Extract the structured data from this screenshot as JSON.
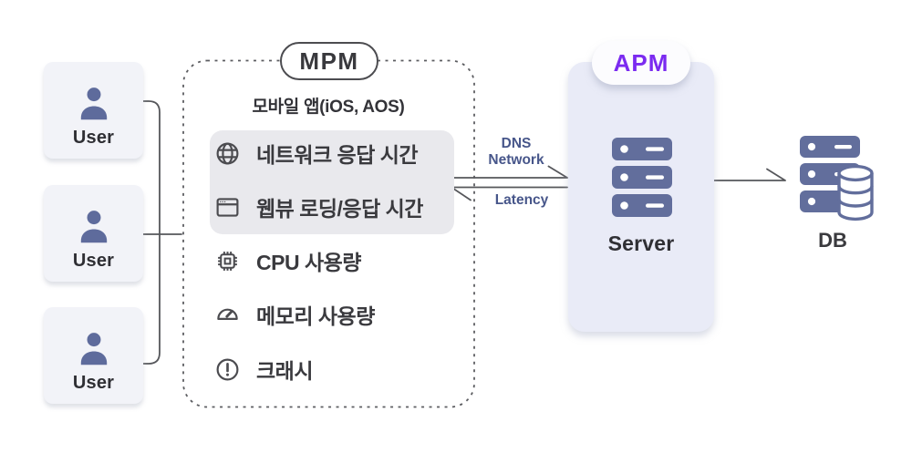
{
  "diagram": {
    "users": {
      "card1": "User",
      "card2": "User",
      "card3": "User"
    },
    "mpm": {
      "badge_label": "MPM",
      "subtitle": "모바일 앱(iOS, AOS)",
      "metrics_highlighted": [
        {
          "icon": "globe-icon",
          "label": "네트워크 응답 시간"
        },
        {
          "icon": "browser-window-icon",
          "label": "웹뷰 로딩/응답 시간"
        }
      ],
      "metrics": [
        {
          "icon": "cpu-chip-icon",
          "label": "CPU 사용량"
        },
        {
          "icon": "gauge-icon",
          "label": "메모리 사용량"
        },
        {
          "icon": "alert-circle-icon",
          "label": "크래시"
        }
      ]
    },
    "links": {
      "request_label_line1": "DNS",
      "request_label_line2": "Network",
      "response_label": "Latency"
    },
    "apm": {
      "badge_label": "APM",
      "node_label": "Server"
    },
    "db": {
      "node_label": "DB"
    },
    "colors": {
      "accent_purple": "#7b2bf0",
      "node_slate": "#626e9c",
      "connector_gray": "#56575b",
      "link_label_navy": "#47568a",
      "highlight_gray": "#e9e9ed",
      "panel_lavender": "#e9ebf7",
      "card_gray": "#f2f3f8"
    }
  }
}
